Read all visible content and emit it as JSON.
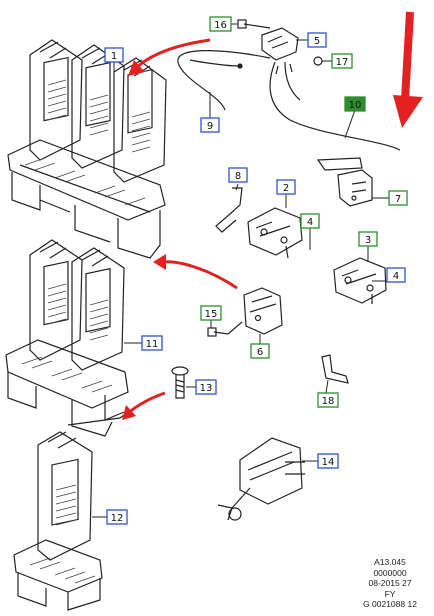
{
  "colors": {
    "blue_box": "#2f55c9",
    "green_box": "#2e8b2e",
    "green_fill": "#2e8b2e",
    "red_arrow": "#e32121",
    "line": "#222222"
  },
  "callouts": [
    {
      "id": "c1",
      "number": "1",
      "style": "blue"
    },
    {
      "id": "c2",
      "number": "2",
      "style": "blue"
    },
    {
      "id": "c3",
      "number": "3",
      "style": "green"
    },
    {
      "id": "c4a",
      "number": "4",
      "style": "green"
    },
    {
      "id": "c4b",
      "number": "4",
      "style": "blue"
    },
    {
      "id": "c5",
      "number": "5",
      "style": "blue"
    },
    {
      "id": "c6",
      "number": "6",
      "style": "green"
    },
    {
      "id": "c7",
      "number": "7",
      "style": "green"
    },
    {
      "id": "c8",
      "number": "8",
      "style": "blue"
    },
    {
      "id": "c9",
      "number": "9",
      "style": "blue"
    },
    {
      "id": "c10",
      "number": "10",
      "style": "green-filled"
    },
    {
      "id": "c11",
      "number": "11",
      "style": "blue"
    },
    {
      "id": "c12",
      "number": "12",
      "style": "blue"
    },
    {
      "id": "c13",
      "number": "13",
      "style": "blue"
    },
    {
      "id": "c14",
      "number": "14",
      "style": "blue"
    },
    {
      "id": "c15",
      "number": "15",
      "style": "green"
    },
    {
      "id": "c16",
      "number": "16",
      "style": "green"
    },
    {
      "id": "c17",
      "number": "17",
      "style": "green"
    },
    {
      "id": "c18",
      "number": "18",
      "style": "green"
    }
  ],
  "reference": {
    "line1": "A13.045",
    "line2": "0000000",
    "line3": "08-2015 27",
    "line4": "FY",
    "line5": "G 0021088 12"
  }
}
